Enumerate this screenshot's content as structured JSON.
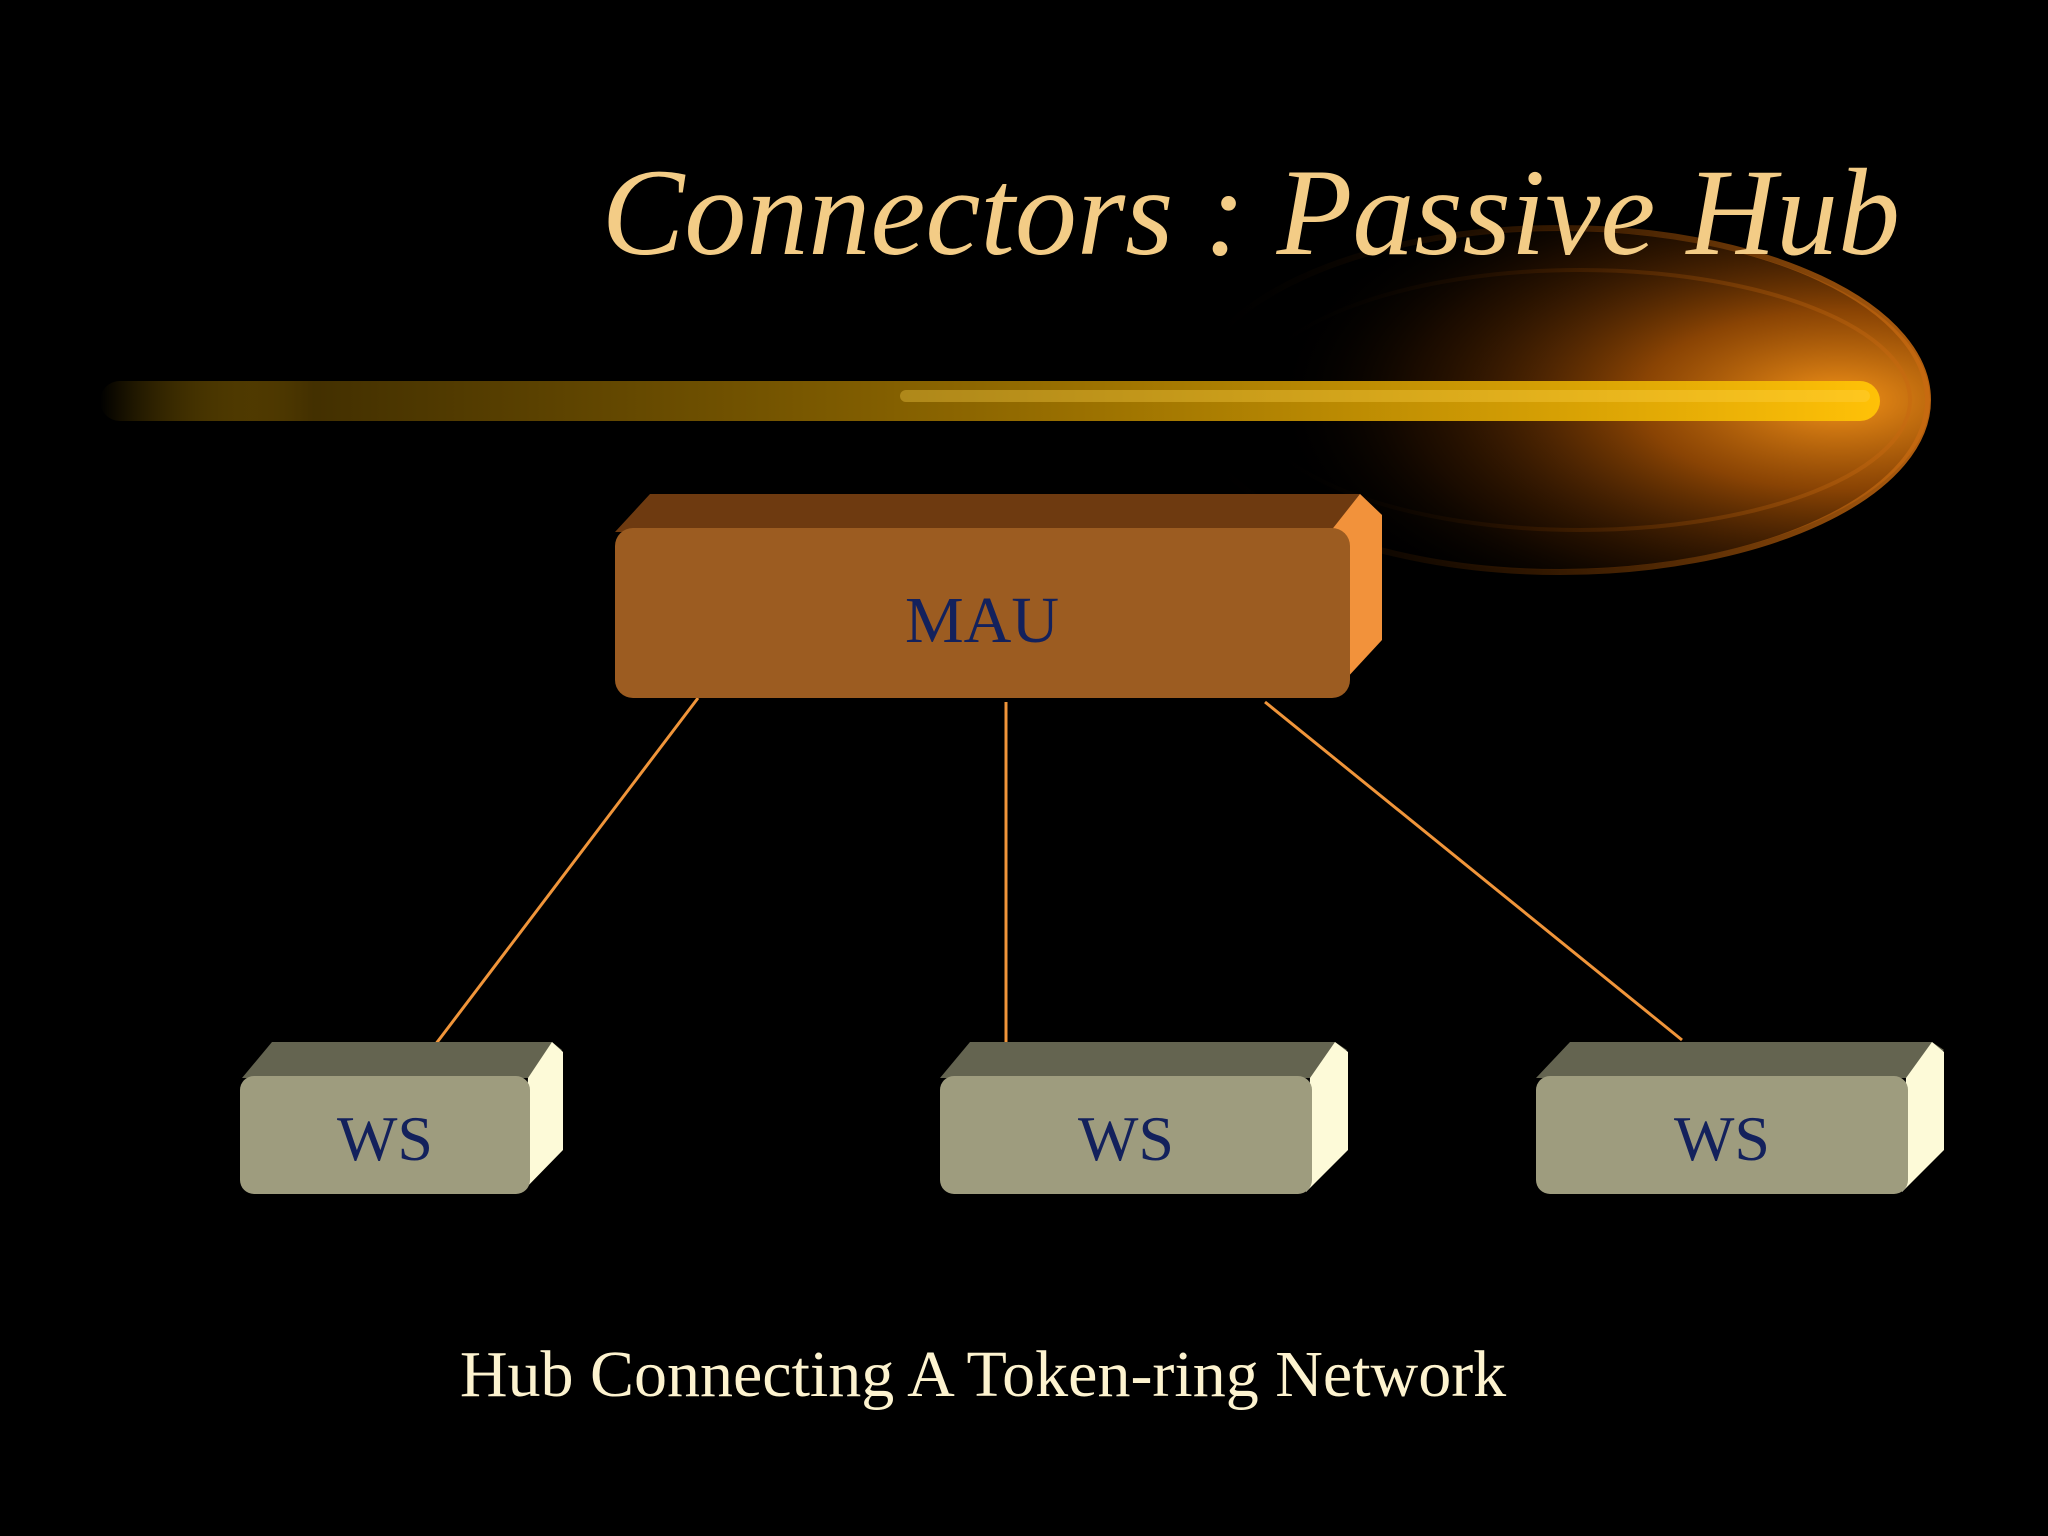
{
  "slide": {
    "title": "Connectors : Passive Hub",
    "caption": "Hub Connecting A Token-ring Network"
  },
  "diagram": {
    "hub": {
      "label": "MAU",
      "color": "#9c5c21"
    },
    "workstations": [
      {
        "label": "WS"
      },
      {
        "label": "WS"
      },
      {
        "label": "WS"
      }
    ],
    "link_color": "#f0953a",
    "workstation_color": "#9e9c7e"
  },
  "colors": {
    "background": "#000000",
    "title": "#f3cc86",
    "caption": "#fdf3cf",
    "box_label": "#13215c",
    "swoosh": "#f4b400"
  }
}
